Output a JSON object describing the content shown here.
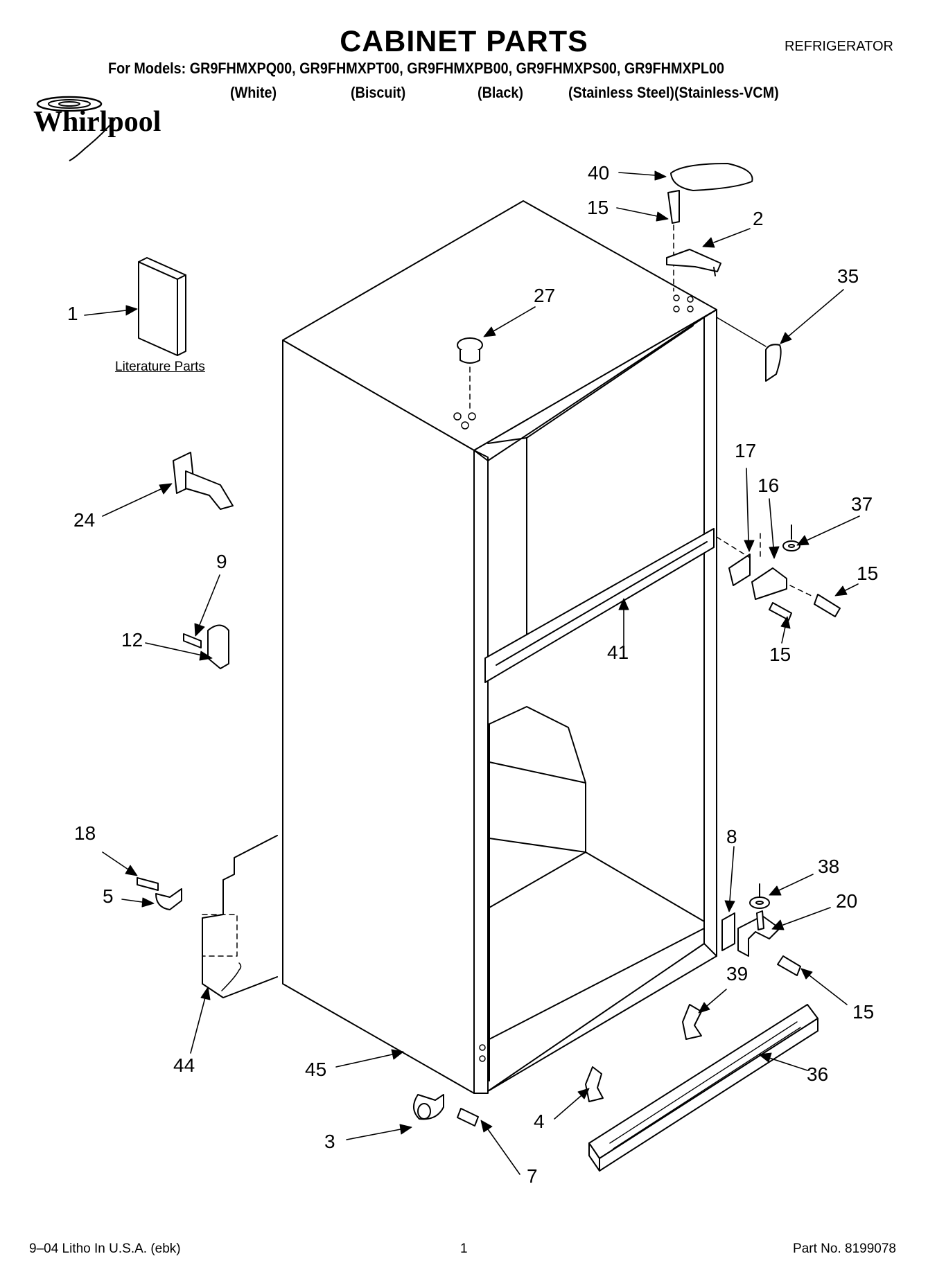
{
  "header": {
    "title": "CABINET PARTS",
    "appliance_type": "REFRIGERATOR",
    "models_line": "For Models: GR9FHMXPQ00, GR9FHMXPT00, GR9FHMXPB00, GR9FHMXPS00, GR9FHMXPL00",
    "variants": [
      "(White)",
      "(Biscuit)",
      "(Black)",
      "(Stainless Steel)(Stainless-VCM)"
    ]
  },
  "brand": {
    "logo_text": "Whirlpool"
  },
  "literature_label": "Literature Parts",
  "callouts": [
    "1",
    "24",
    "9",
    "12",
    "18",
    "5",
    "44",
    "45",
    "3",
    "7",
    "4",
    "36",
    "39",
    "15",
    "20",
    "38",
    "8",
    "41",
    "15",
    "15",
    "37",
    "16",
    "17",
    "27",
    "35",
    "2",
    "15",
    "40"
  ],
  "footer": {
    "litho": "9–04 Litho In U.S.A. (ebk)",
    "page": "1",
    "part_no": "Part No. 8199078"
  }
}
